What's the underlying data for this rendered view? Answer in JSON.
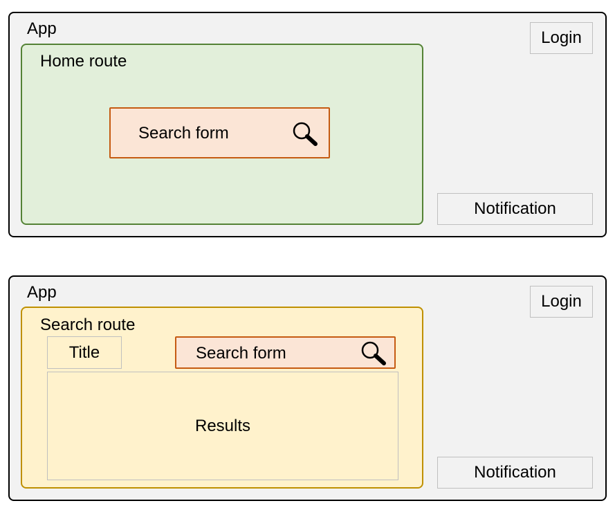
{
  "top_diagram": {
    "app_label": "App",
    "login_label": "Login",
    "notification_label": "Notification",
    "route_label": "Home route",
    "search_form_label": "Search form"
  },
  "bottom_diagram": {
    "app_label": "App",
    "login_label": "Login",
    "notification_label": "Notification",
    "route_label": "Search route",
    "title_label": "Title",
    "search_form_label": "Search form",
    "results_label": "Results"
  },
  "colors": {
    "app_fill": "#f2f2f2",
    "home_route_fill": "#e2efda",
    "home_route_border": "#548235",
    "search_route_fill": "#fff2cc",
    "search_route_border": "#bf9000",
    "search_form_fill": "#fbe5d6",
    "search_form_border": "#c55a11"
  },
  "icons": [
    "magnifier-icon"
  ]
}
